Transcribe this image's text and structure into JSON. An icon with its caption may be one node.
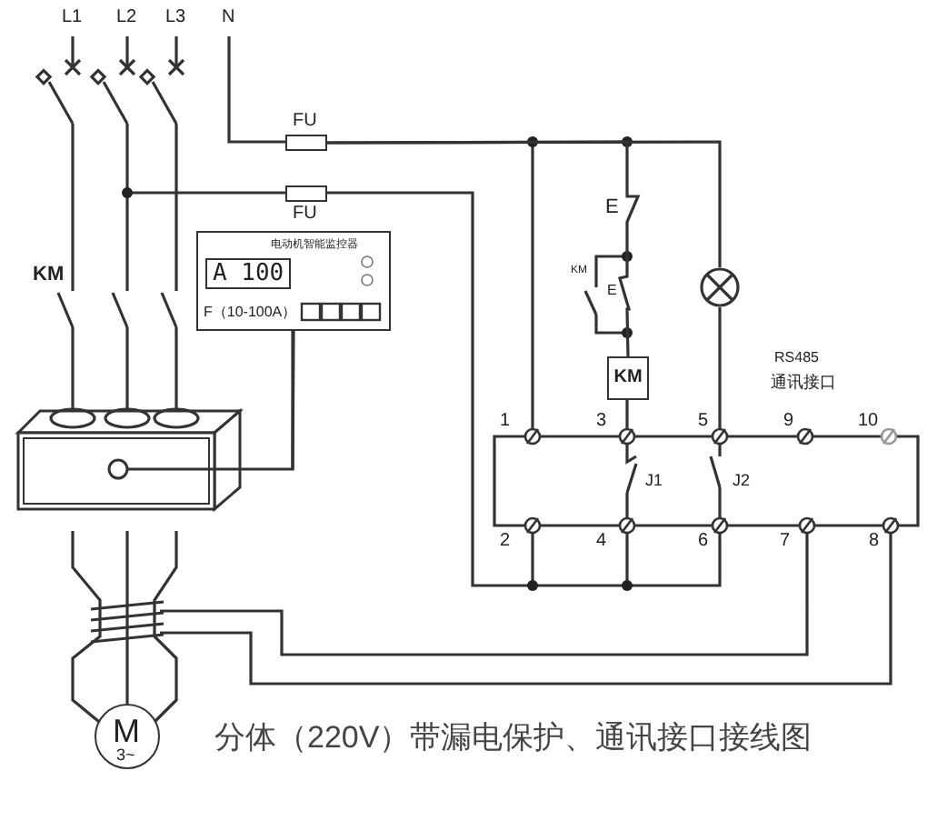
{
  "diagram": {
    "caption": "分体（220V）带漏电保护、通讯接口接线图",
    "nodes": [
      {
        "text": [],
        "shape": "box",
        "beside": [
          "FU"
        ]
      },
      {
        "text": [],
        "shape": "box",
        "beside": [
          "FU"
        ]
      },
      {
        "text": [
          "电动机智能监控器",
          "A 100",
          "F（10-100A）"
        ]
      },
      {
        "text": [],
        "shape": "circle"
      },
      {
        "text": [
          "KM"
        ]
      },
      {
        "text": [],
        "shape": "box"
      },
      {
        "text": [
          "M",
          "3~"
        ]
      }
    ],
    "edges": [
      {
        "from": 2,
        "to": 5,
        "arrow": "none"
      },
      {
        "from": 5,
        "to": 6,
        "arrow": "none"
      },
      {
        "from": 0,
        "to": 3,
        "arrow": "none"
      },
      {
        "from": 0,
        "to": 4,
        "arrow": "none"
      }
    ],
    "labels": [
      "L1",
      "L2",
      "L3",
      "N",
      "KM",
      "E",
      "KM",
      "E",
      "RS485",
      "通讯接口",
      "1",
      "3",
      "5",
      "9",
      "10",
      "J1",
      "J2",
      "2",
      "4",
      "6",
      "7",
      "8"
    ]
  }
}
